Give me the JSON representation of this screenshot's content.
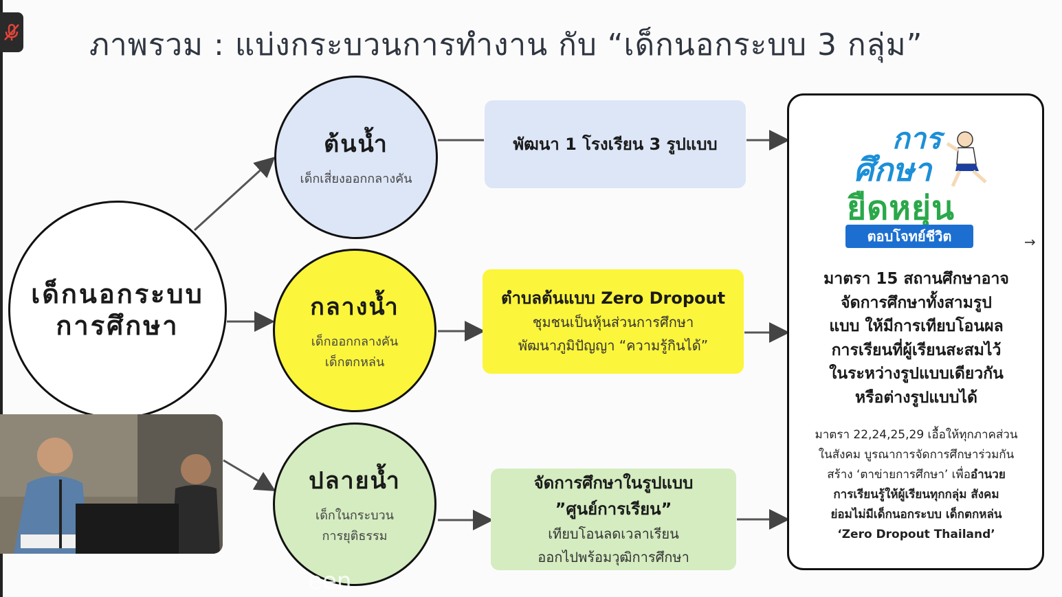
{
  "title": "ภาพรวม : แบ่งกระบวนการทำงาน กับ “เด็กนอกระบบ 3 กลุ่ม”",
  "center": {
    "line1": "เด็กนอกระบบ",
    "line2": "การศึกษา"
  },
  "stages": [
    {
      "name": "ต้นน้ำ",
      "sub1": "เด็กเสี่ยงออกกลางคัน",
      "sub2": ""
    },
    {
      "name": "กลางน้ำ",
      "sub1": "เด็กออกกลางคัน",
      "sub2": "เด็กตกหล่น"
    },
    {
      "name": "ปลายน้ำ",
      "sub1": "เด็กในกระบวน",
      "sub2": "การยุติธรรม"
    }
  ],
  "boxes": [
    {
      "heading": "พัฒนา 1 โรงเรียน 3 รูปแบบ",
      "line1": "",
      "line2": ""
    },
    {
      "heading": "ตำบลต้นแบบ Zero Dropout",
      "line1": "ชุมชนเป็นหุ้นส่วนการศึกษา",
      "line2": "พัฒนาภูมิปัญญา “ความรู้กินได้”"
    },
    {
      "heading": "จัดการศึกษาในรูปแบบ",
      "heading2": "”ศูนย์การเรียน”",
      "line1": "เทียบโอนลดเวลาเรียน",
      "line2": "ออกไปพร้อมวุฒิการศึกษา"
    }
  ],
  "panel": {
    "logo": {
      "word1": "การ",
      "word2": "ศึกษา",
      "word3": "ยืดหยุ่น",
      "tagline": "ตอบโจทย์ชีวิต"
    },
    "main_lines": [
      "มาตรา 15 สถานศึกษาอาจ",
      "จัดการศึกษาทั้งสามรูป",
      "แบบ  ให้มีการเทียบโอนผล",
      "การเรียนที่ผู้เรียนสะสมไว้",
      "ในระหว่างรูปแบบเดียวกัน",
      "หรือต่างรูปแบบได้"
    ],
    "sub_line1": "มาตรา 22,24,25,29 เอื้อให้ทุกภาคส่วน",
    "sub_line2": "ในสังคม บูรณาการจัดการศึกษาร่วมกัน",
    "sub_line3a": "สร้าง  ‘ตาข่ายการศึกษา’  เพื่อ",
    "sub_line3b": "อำนวย",
    "sub_line4": "การเรียนรู้ให้ผู้เรียนทุกกลุ่ม สังคม",
    "sub_line5": "ย่อมไม่มีเด็กนอกระบบ เด็กตกหล่น",
    "sub_line6": "‘Zero Dropout Thailand’"
  },
  "caption": "een",
  "colors": {
    "stage1": "#dde6f7",
    "stage2": "#fbf53b",
    "stage3": "#d4ecc0",
    "logo_blue": "#1c8fd8",
    "logo_green": "#2aa84a",
    "mic_red": "#e0443a"
  }
}
